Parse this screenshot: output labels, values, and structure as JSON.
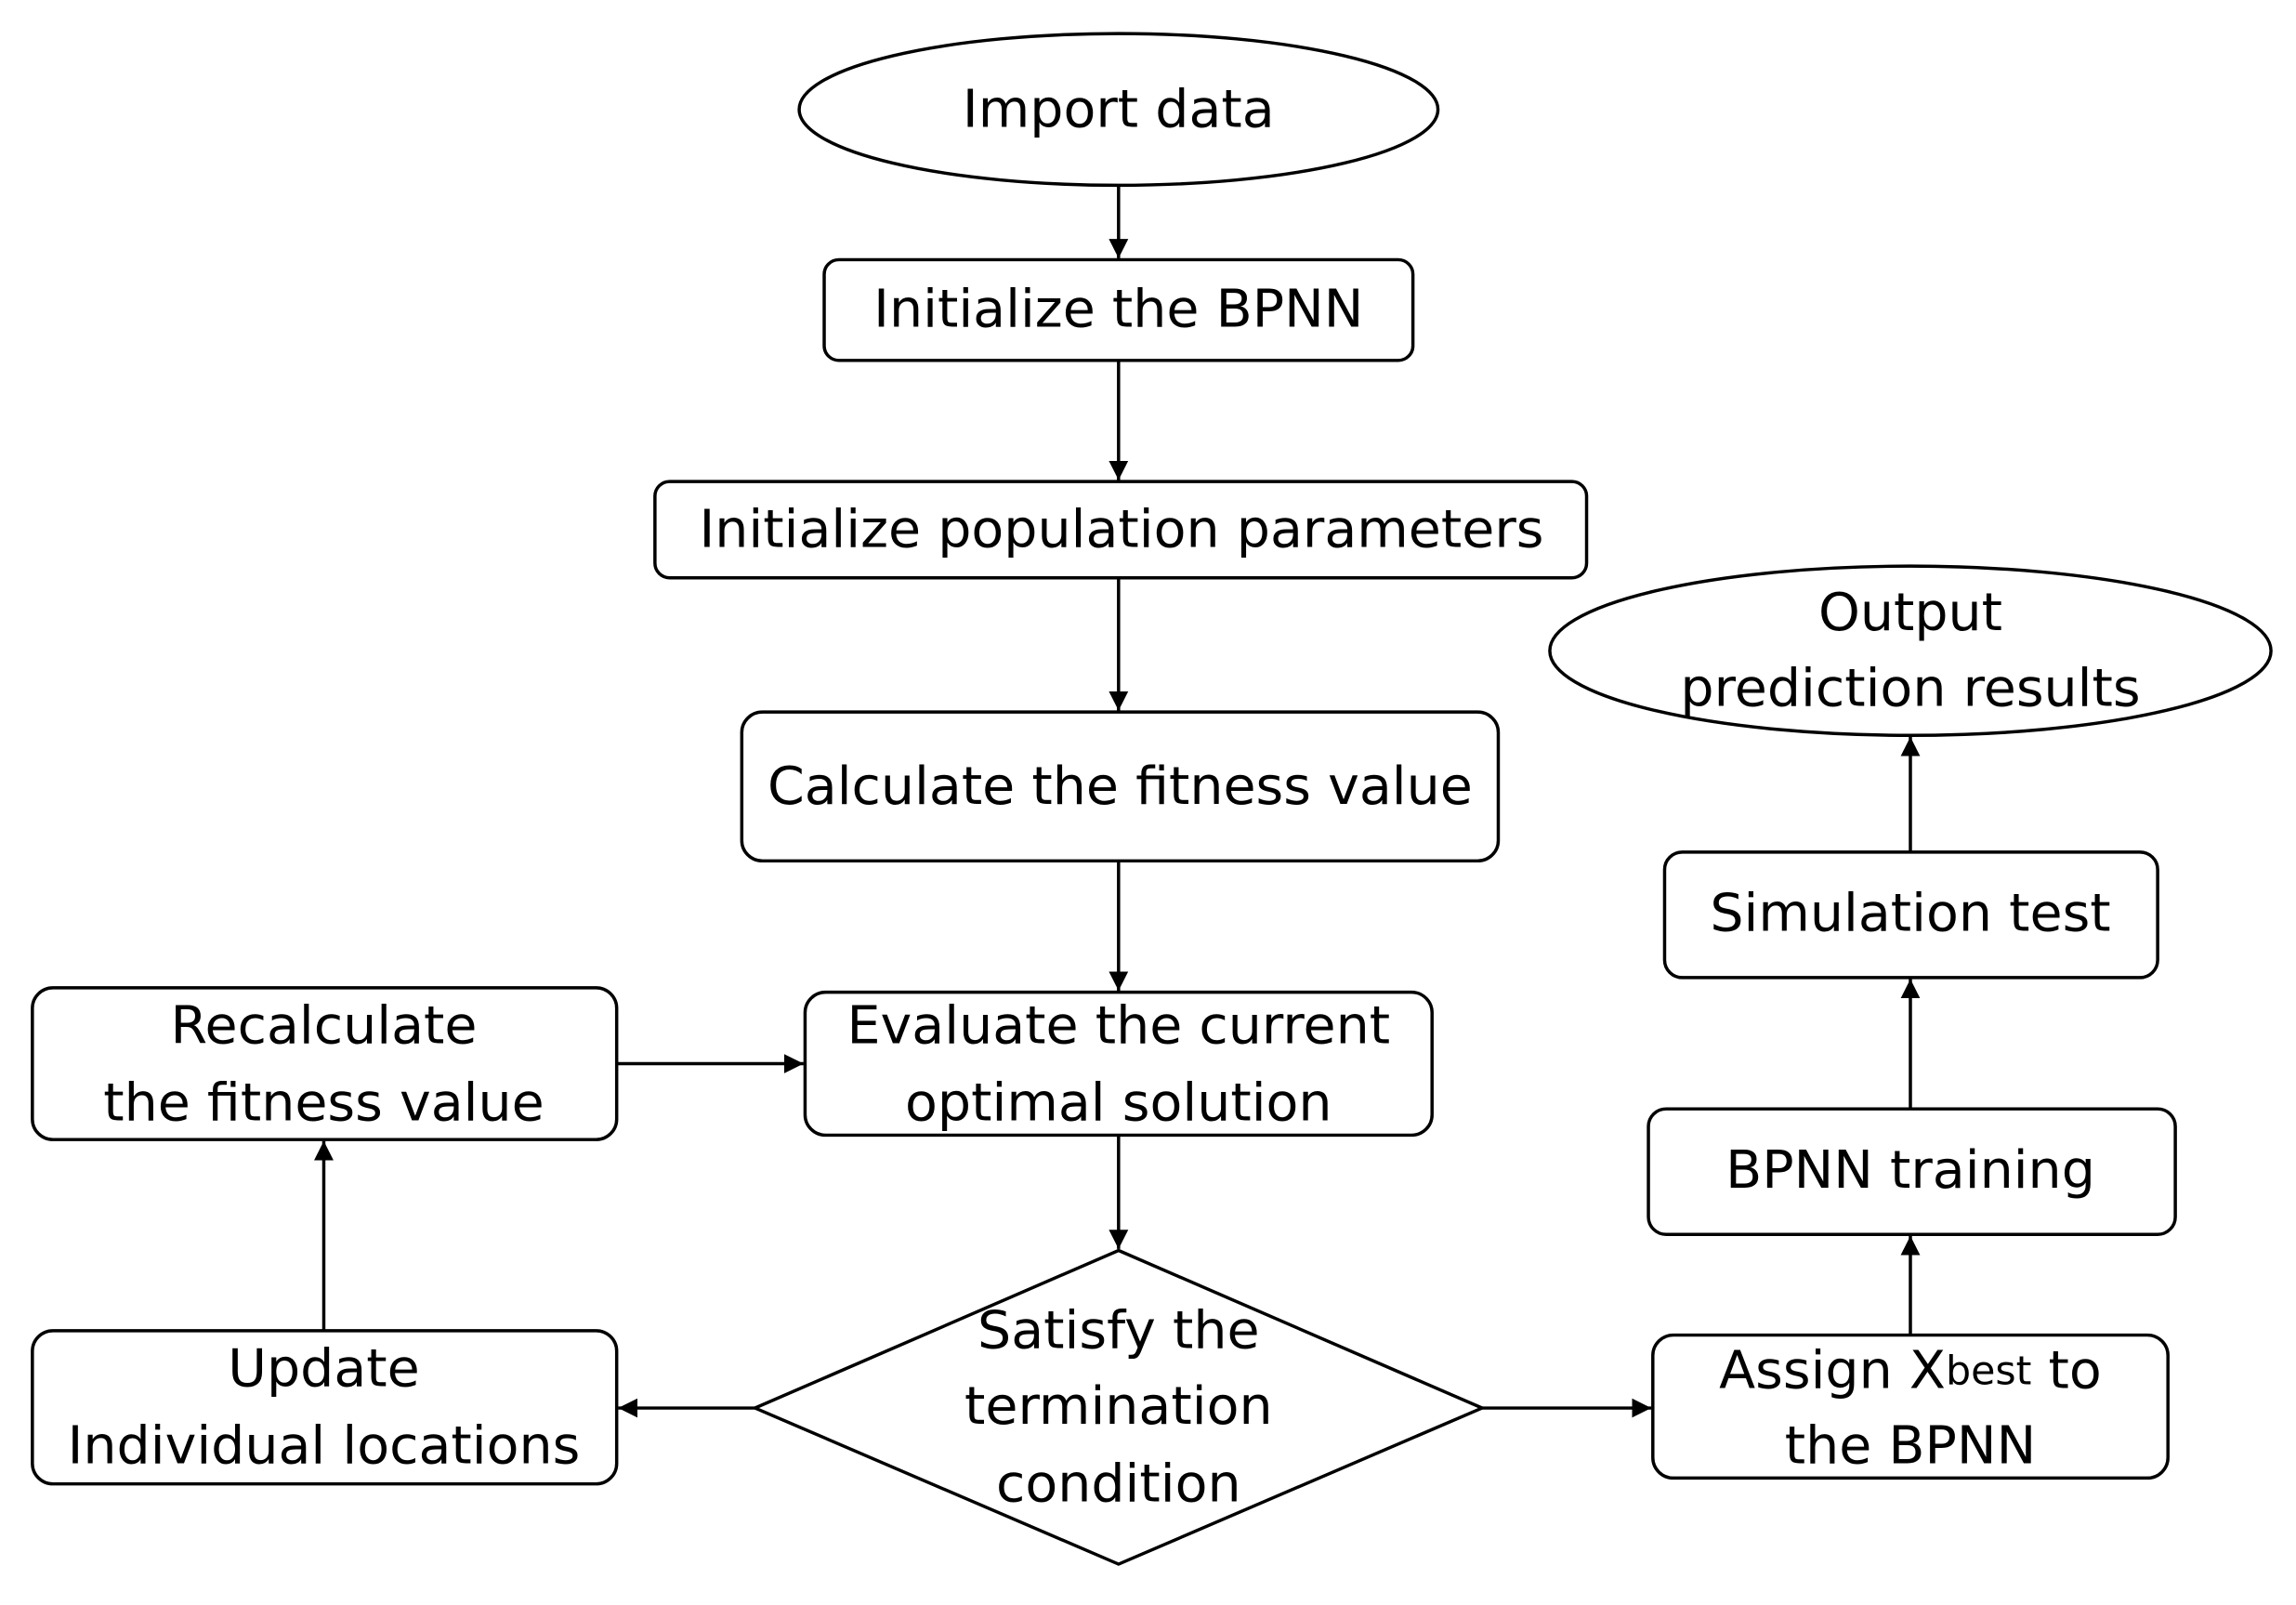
{
  "nodes": {
    "import": {
      "label": "Import data",
      "shape": "ellipse"
    },
    "init_bpnn": {
      "label": "Initialize the BPNN",
      "shape": "rounded-rect"
    },
    "init_pop": {
      "label": "Initialize population parameters",
      "shape": "rounded-rect"
    },
    "calc_fit": {
      "label": "Calculate the fitness value",
      "shape": "rounded-rect"
    },
    "evaluate": {
      "lines": [
        "Evaluate the current",
        "optimal solution"
      ],
      "shape": "rounded-rect"
    },
    "recalc": {
      "lines": [
        "Recalculate",
        "the fitness value"
      ],
      "shape": "rounded-rect"
    },
    "update": {
      "lines": [
        "Update",
        "Individual locations"
      ],
      "shape": "rounded-rect"
    },
    "decision": {
      "lines": [
        "Satisfy the",
        "termination",
        "condition"
      ],
      "shape": "diamond"
    },
    "assign": {
      "line1_pre": "Assign X",
      "line1_sub": "best",
      "line1_post": " to",
      "line2": "the BPNN",
      "shape": "rounded-rect"
    },
    "training": {
      "label": "BPNN training",
      "shape": "rounded-rect"
    },
    "simulation": {
      "label": "Simulation test",
      "shape": "rounded-rect"
    },
    "output": {
      "lines": [
        "Output",
        "prediction results"
      ],
      "shape": "ellipse"
    }
  },
  "edges": [
    [
      "import",
      "init_bpnn"
    ],
    [
      "init_bpnn",
      "init_pop"
    ],
    [
      "init_pop",
      "calc_fit"
    ],
    [
      "calc_fit",
      "evaluate"
    ],
    [
      "evaluate",
      "decision"
    ],
    [
      "decision",
      "update"
    ],
    [
      "update",
      "recalc"
    ],
    [
      "recalc",
      "evaluate"
    ],
    [
      "decision",
      "assign"
    ],
    [
      "assign",
      "training"
    ],
    [
      "training",
      "simulation"
    ],
    [
      "simulation",
      "output"
    ]
  ]
}
